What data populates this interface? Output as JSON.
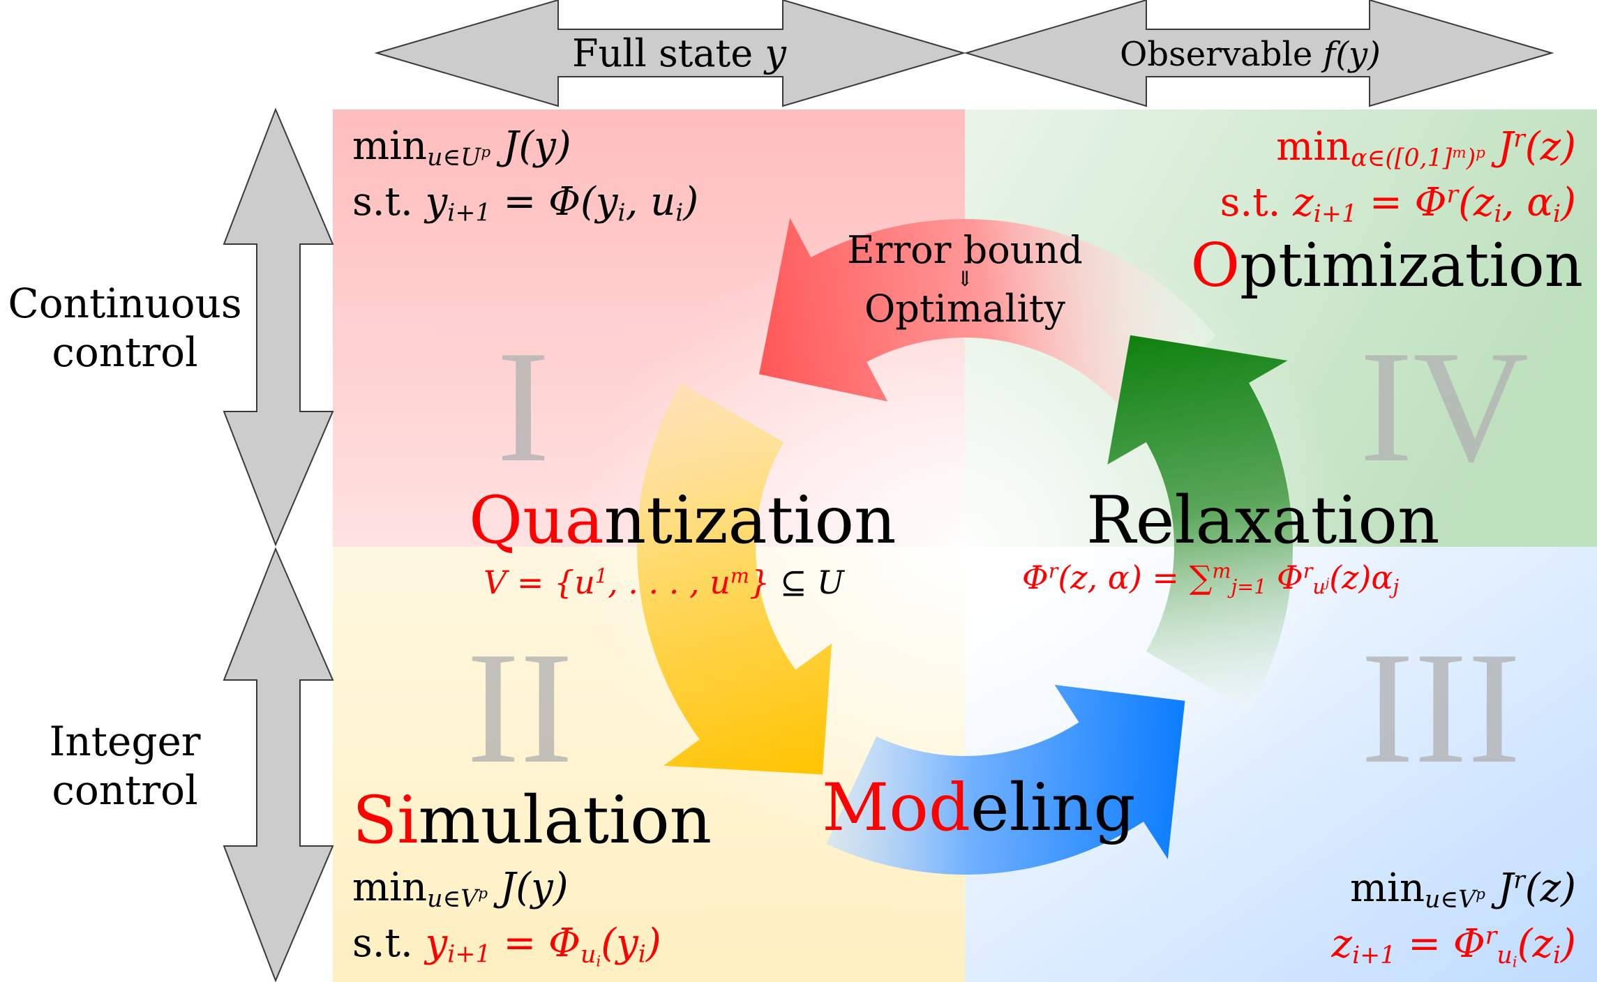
{
  "top_arrows": {
    "left_label_text": "Full state ",
    "left_label_var": "y",
    "right_label_text": "Observable ",
    "right_label_var": "f(y)"
  },
  "side_labels": {
    "top_line1": "Continuous",
    "top_line2": "control",
    "bottom_line1": "Integer",
    "bottom_line2": "control"
  },
  "quadrants": {
    "I": {
      "numeral": "I",
      "color": "#ff9a9a"
    },
    "II": {
      "numeral": "II",
      "color": "#ffe98a"
    },
    "III": {
      "numeral": "III",
      "color": "#8fc1ff"
    },
    "IV": {
      "numeral": "IV",
      "color": "#a6d1a6"
    }
  },
  "stages": {
    "quantization": {
      "red": "Qua",
      "black": "ntization",
      "color": "#ff0000"
    },
    "simulation": {
      "red": "Si",
      "black": "mulation",
      "color": "#ff0000"
    },
    "modeling": {
      "red": "Mod",
      "black": "eling",
      "color": "#ff0000"
    },
    "optimization": {
      "red": "O",
      "black": "ptimization",
      "color": "#ff0000"
    },
    "relaxation": {
      "black": "Relaxation"
    }
  },
  "center": {
    "line1": "Error bound",
    "arrow": "⇓",
    "line2": "Optimality"
  },
  "formulas": {
    "q1_obj": {
      "op": "min",
      "sub": "u∈U",
      "subsup": "p",
      "rest": " J(y)"
    },
    "q1_con": {
      "st": "s.t. ",
      "lhs": "y",
      "lhs_sub": "i+1",
      "rhs": " = Φ(y",
      "rhs_sub1": "i",
      "rhs_mid": ", u",
      "rhs_sub2": "i",
      "rhs_end": ")"
    },
    "q2_obj": {
      "op": "min",
      "sub": "u∈V",
      "subsup": "p",
      "rest": " J(y)"
    },
    "q2_con": {
      "st": "s.t. ",
      "lhs": "y",
      "lhs_sub": "i+1",
      "rhs": " = Φ",
      "rhs_sub": "u",
      "rhs_subsub": "i",
      "rhs_end": "(y",
      "rhs_end_sub": "i",
      "rhs_close": ")"
    },
    "q3_obj": {
      "op": "min",
      "sub": "u∈V",
      "subsup": "p",
      "rest": " J",
      "rest_sup": "r",
      "rest_end": "(z)"
    },
    "q3_con": {
      "lhs": "z",
      "lhs_sub": "i+1",
      "rhs": " = Φ",
      "rhs_sup": "r",
      "rhs_sub": "u",
      "rhs_subsub": "i",
      "rhs_end": "(z",
      "rhs_end_sub": "i",
      "rhs_close": ")"
    },
    "q4_obj": {
      "op": "min",
      "sub": "α∈([0,1]",
      "subsup": "m",
      "sub_end": ")",
      "subsup2": "p",
      "rest": " J",
      "rest_sup": "r",
      "rest_end": "(z)"
    },
    "q4_con": {
      "st": "s.t.  ",
      "lhs": "z",
      "lhs_sub": "i+1",
      "rhs": " = Φ",
      "rhs_sup": "r",
      "rhs_end": "(z",
      "rhs_end_sub": "i",
      "rhs_mid": ", α",
      "rhs_mid_sub": "i",
      "rhs_close": ")"
    },
    "quant_set": {
      "red": "V = {u",
      "sup1": "1",
      "mid": ", . . . , u",
      "sup2": "m",
      "close": "}",
      "black": " ⊆ U"
    },
    "relax_sum": {
      "lhs": "Φ",
      "lhs_sup": "r",
      "lhs_end": "(z, α) = ∑",
      "sum_sup": "m",
      "sum_sub": "j=1",
      "term": " Φ",
      "term_sup": "r",
      "term_sub": "u",
      "term_subsup": "j",
      "term_end": "(z)α",
      "term_end_sub": "j"
    }
  },
  "colors": {
    "arrow_red": "#ff4d4d",
    "arrow_yellow": "#ffcc00",
    "arrow_blue": "#0077ff",
    "arrow_green": "#0a7d0a",
    "grey_arrow": "#cccccc"
  }
}
